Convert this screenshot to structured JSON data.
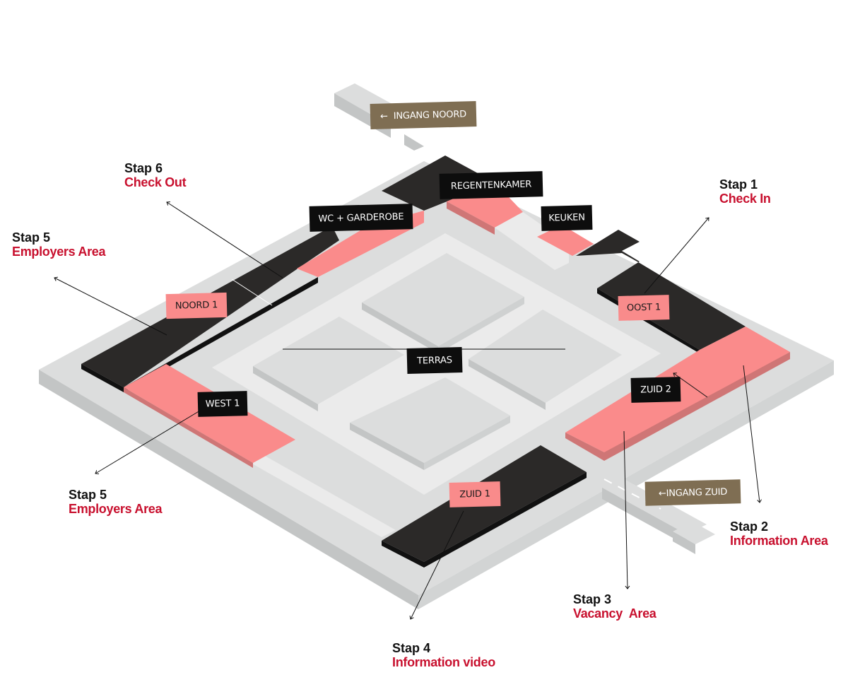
{
  "colors": {
    "floor_top": "#dcdddd",
    "floor_side": "#c3c5c5",
    "inner_path": "#ebebeb",
    "dark_room": "#2b2928",
    "pink_room": "#fa8b8b",
    "pink_side": "#cf7676",
    "label_dark": "#0d0d0d",
    "label_pink": "#f98b8b",
    "entrance": "#7f6e53",
    "accent_red": "#c8102e"
  },
  "entrances": {
    "north": {
      "icon": "arrow-left-icon",
      "label": "INGANG NOORD"
    },
    "south": {
      "icon": "arrow-left-icon",
      "label": "INGANG ZUID"
    }
  },
  "rooms": {
    "regentenkamer": "REGENTENKAMER",
    "wc_garderobe": "WC + GARDEROBE",
    "keuken": "KEUKEN",
    "noord1": "NOORD 1",
    "oost1": "OOST 1",
    "terras": "TERRAS",
    "west1": "WEST 1",
    "zuid2": "ZUID 2",
    "zuid1": "ZUID 1"
  },
  "steps": [
    {
      "id": "step1",
      "number": "Stap 1",
      "title": "Check In"
    },
    {
      "id": "step2",
      "number": "Stap 2",
      "title": "Information Area"
    },
    {
      "id": "step3",
      "number": "Stap 3",
      "title": "Vacancy  Area"
    },
    {
      "id": "step4",
      "number": "Stap 4",
      "title": "Information video"
    },
    {
      "id": "step5a",
      "number": "Stap 5",
      "title": "Employers Area"
    },
    {
      "id": "step5b",
      "number": "Stap 5",
      "title": "Employers Area"
    },
    {
      "id": "step6",
      "number": "Stap 6",
      "title": "Check Out"
    }
  ]
}
